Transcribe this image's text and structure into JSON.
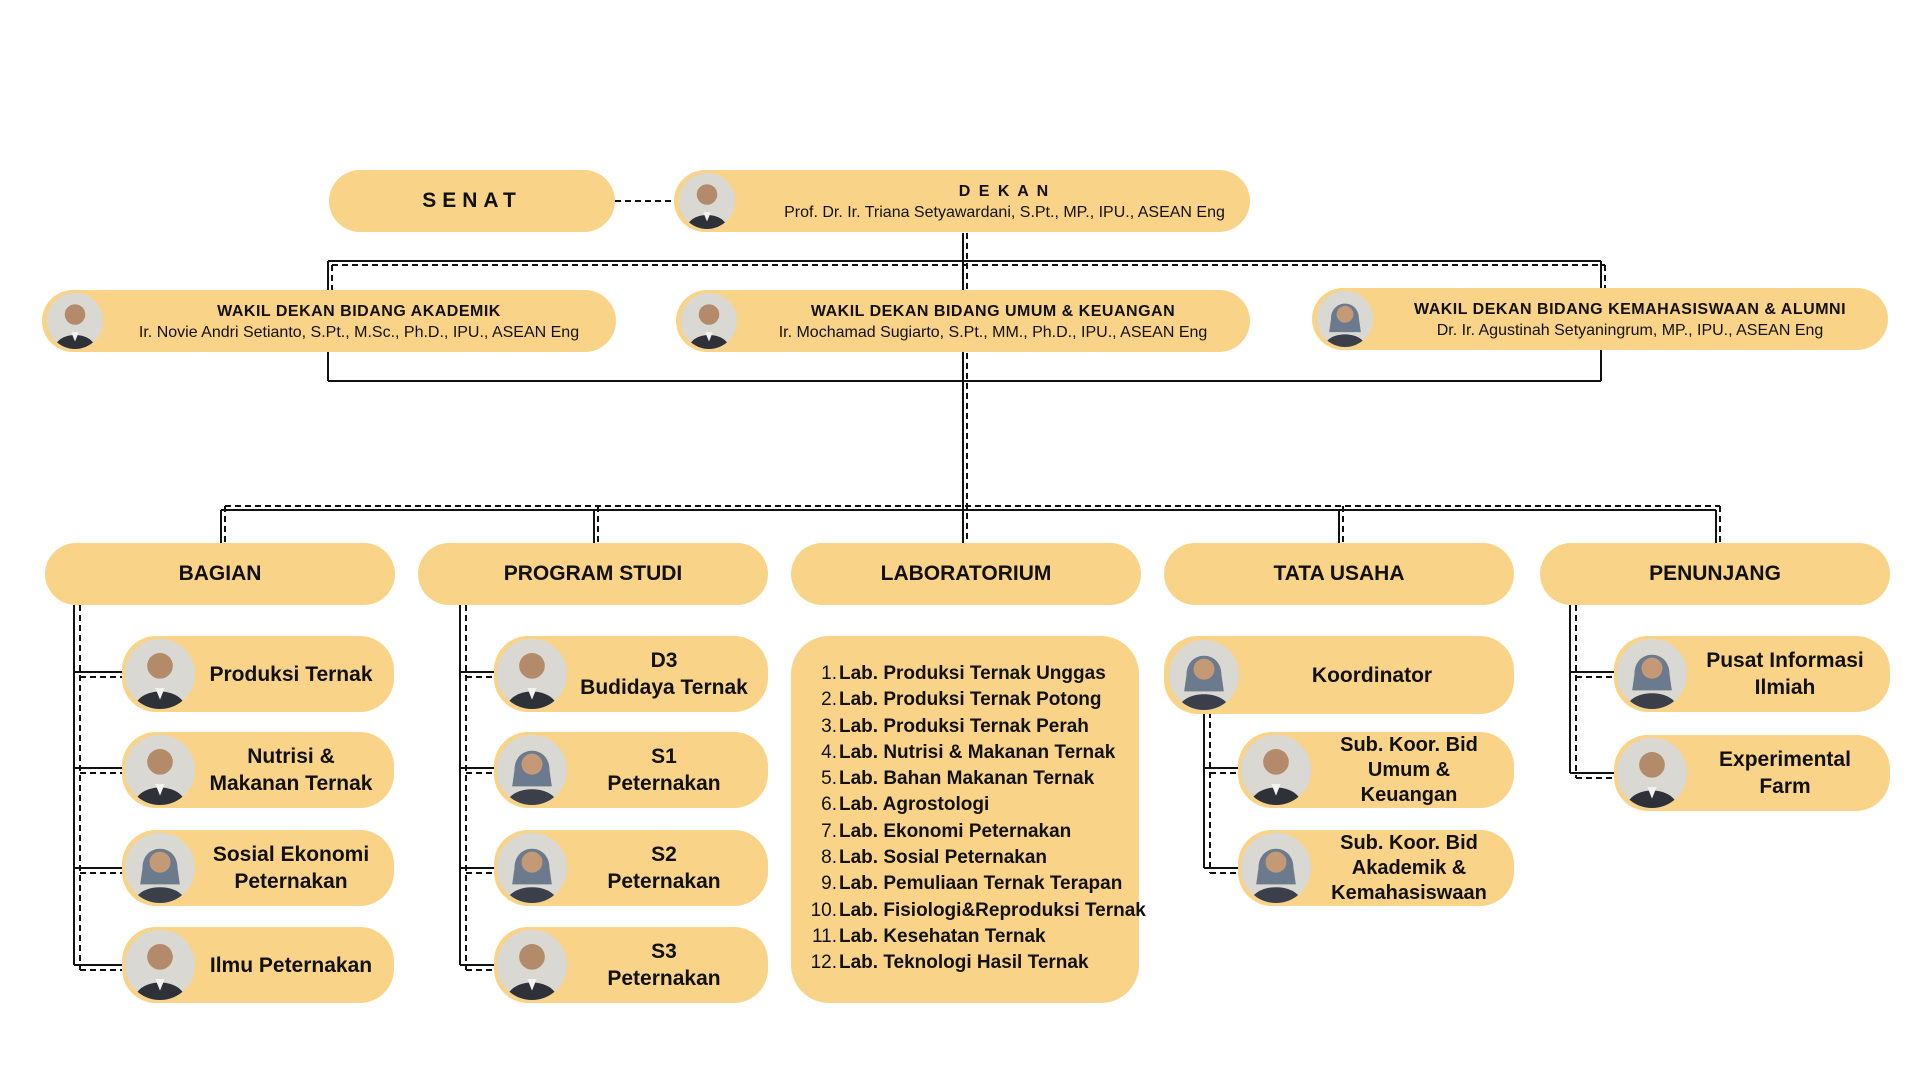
{
  "senat": "SENAT",
  "dekan": {
    "title": "D E K A N",
    "name": "Prof. Dr. Ir. Triana Setyawardani, S.Pt., MP., IPU., ASEAN Eng"
  },
  "wakil": [
    {
      "title": "WAKIL DEKAN BIDANG AKADEMIK",
      "name": "Ir. Novie Andri Setianto, S.Pt., M.Sc., Ph.D., IPU., ASEAN Eng"
    },
    {
      "title": "WAKIL DEKAN BIDANG UMUM & KEUANGAN",
      "name": "Ir. Mochamad Sugiarto, S.Pt., MM., Ph.D., IPU., ASEAN Eng"
    },
    {
      "title": "WAKIL DEKAN BIDANG KEMAHASISWAAN & ALUMNI",
      "name": "Dr. Ir. Agustinah Setyaningrum, MP., IPU., ASEAN Eng"
    }
  ],
  "units": [
    "BAGIAN",
    "PROGRAM STUDI",
    "LABORATORIUM",
    "TATA USAHA",
    "PENUNJANG"
  ],
  "bagian": [
    [
      "Produksi Ternak"
    ],
    [
      "Nutrisi &",
      "Makanan Ternak"
    ],
    [
      "Sosial Ekonomi",
      "Peternakan"
    ],
    [
      "Ilmu Peternakan"
    ]
  ],
  "prodi": [
    [
      "D3",
      "Budidaya Ternak"
    ],
    [
      "S1",
      "Peternakan"
    ],
    [
      "S2",
      "Peternakan"
    ],
    [
      "S3",
      "Peternakan"
    ]
  ],
  "labs": [
    {
      "num": "1.",
      "name": "Lab. Produksi Ternak Unggas"
    },
    {
      "num": "2.",
      "name": "Lab. Produksi Ternak Potong"
    },
    {
      "num": "3.",
      "name": "Lab. Produksi Ternak Perah"
    },
    {
      "num": "4.",
      "name": "Lab. Nutrisi & Makanan Ternak"
    },
    {
      "num": "5.",
      "name": "Lab. Bahan Makanan Ternak"
    },
    {
      "num": "6.",
      "name": "Lab. Agrostologi"
    },
    {
      "num": "7.",
      "name": "Lab. Ekonomi Peternakan"
    },
    {
      "num": "8.",
      "name": "Lab. Sosial Peternakan"
    },
    {
      "num": "9.",
      "name": "Lab. Pemuliaan Ternak Terapan"
    },
    {
      "num": "10.",
      "name": "Lab. Fisiologi&Reproduksi Ternak"
    },
    {
      "num": "11.",
      "name": "Lab. Kesehatan Ternak"
    },
    {
      "num": "12.",
      "name": "Lab. Teknologi Hasil Ternak"
    }
  ],
  "tata_usaha": {
    "koordinator": "Koordinator",
    "sub": [
      [
        "Sub. Koor. Bid",
        "Umum &",
        "Keuangan"
      ],
      [
        "Sub. Koor. Bid",
        "Akademik &",
        "Kemahasiswaan"
      ]
    ]
  },
  "penunjang": [
    [
      "Pusat Informasi",
      "Ilmiah"
    ],
    [
      "Experimental",
      "Farm"
    ]
  ],
  "colors": {
    "pill": "#f9d488",
    "line": "#111111"
  }
}
